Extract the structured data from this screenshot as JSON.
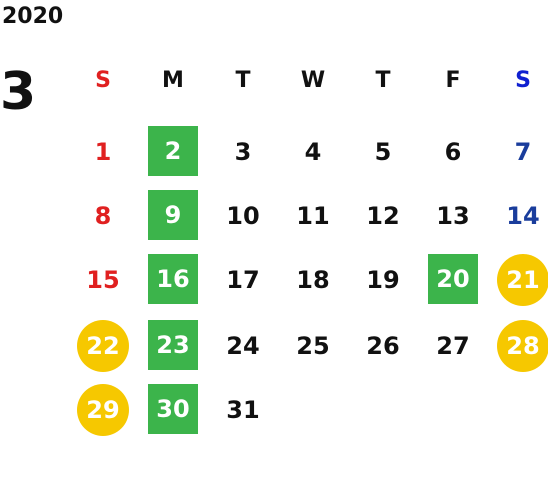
{
  "calendar": {
    "year": "2020",
    "month": "3",
    "weekdays": [
      "S",
      "M",
      "T",
      "W",
      "T",
      "F",
      "S"
    ],
    "first_weekday_index": 0,
    "days": [
      {
        "day": "1",
        "highlight": "none"
      },
      {
        "day": "2",
        "highlight": "green"
      },
      {
        "day": "3",
        "highlight": "none"
      },
      {
        "day": "4",
        "highlight": "none"
      },
      {
        "day": "5",
        "highlight": "none"
      },
      {
        "day": "6",
        "highlight": "none"
      },
      {
        "day": "7",
        "highlight": "none"
      },
      {
        "day": "8",
        "highlight": "none"
      },
      {
        "day": "9",
        "highlight": "green"
      },
      {
        "day": "10",
        "highlight": "none"
      },
      {
        "day": "11",
        "highlight": "none"
      },
      {
        "day": "12",
        "highlight": "none"
      },
      {
        "day": "13",
        "highlight": "none"
      },
      {
        "day": "14",
        "highlight": "none"
      },
      {
        "day": "15",
        "highlight": "none"
      },
      {
        "day": "16",
        "highlight": "green"
      },
      {
        "day": "17",
        "highlight": "none"
      },
      {
        "day": "18",
        "highlight": "none"
      },
      {
        "day": "19",
        "highlight": "none"
      },
      {
        "day": "20",
        "highlight": "green"
      },
      {
        "day": "21",
        "highlight": "yellow"
      },
      {
        "day": "22",
        "highlight": "yellow"
      },
      {
        "day": "23",
        "highlight": "green"
      },
      {
        "day": "24",
        "highlight": "none"
      },
      {
        "day": "25",
        "highlight": "none"
      },
      {
        "day": "26",
        "highlight": "none"
      },
      {
        "day": "27",
        "highlight": "none"
      },
      {
        "day": "28",
        "highlight": "yellow"
      },
      {
        "day": "29",
        "highlight": "yellow"
      },
      {
        "day": "30",
        "highlight": "green"
      },
      {
        "day": "31",
        "highlight": "none"
      }
    ]
  },
  "colors": {
    "sunday": "#e02020",
    "saturday": "#1a3d9c",
    "green_highlight": "#3cb44b",
    "yellow_highlight": "#f6c800"
  }
}
